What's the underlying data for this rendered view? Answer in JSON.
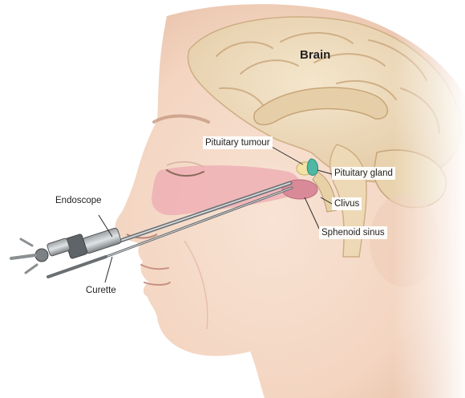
{
  "labels": {
    "brain": "Brain",
    "pituitary_tumour": "Pituitary tumour",
    "pituitary_gland": "Pituitary gland",
    "clivus": "Clivus",
    "sphenoid_sinus": "Sphenoid sinus",
    "endoscope": "Endoscope",
    "curette": "Curette"
  },
  "colors": {
    "skin": "#f6dccb",
    "skin_shadow": "#e9bfa6",
    "brain": "#f0dfc2",
    "brain_shadow": "#ddc29e",
    "sinus_pink": "#e89aa6",
    "tumour": "#f3e2a8",
    "gland": "#4fb7a3",
    "instrument": "#6f7477"
  }
}
